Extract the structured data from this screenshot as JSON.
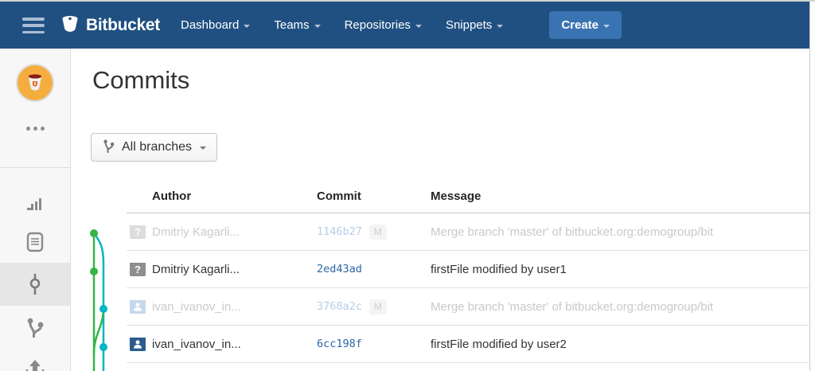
{
  "navbar": {
    "brand": "Bitbucket",
    "items": [
      {
        "id": "dashboard",
        "label": "Dashboard"
      },
      {
        "id": "teams",
        "label": "Teams"
      },
      {
        "id": "repositories",
        "label": "Repositories"
      },
      {
        "id": "snippets",
        "label": "Snippets"
      }
    ],
    "create_label": "Create",
    "colors": {
      "bg": "#205081",
      "create_bg": "#3a73b1"
    }
  },
  "sidebar": {
    "icons": [
      "activity-chart",
      "source-document",
      "commits",
      "branches",
      "push"
    ],
    "selected": "commits"
  },
  "page": {
    "title": "Commits",
    "branch_filter_label": "All branches"
  },
  "table": {
    "columns": {
      "author": "Author",
      "commit": "Commit",
      "message": "Message"
    },
    "merge_badge": "M",
    "rows": [
      {
        "author": "Dmitriy Kagarli...",
        "avatar": "unknown-user",
        "commit": "1146b27",
        "merge": true,
        "faded": true,
        "message": "Merge branch 'master' of bitbucket.org:demogroup/bit"
      },
      {
        "author": "Dmitriy Kagarli...",
        "avatar": "unknown-user",
        "commit": "2ed43ad",
        "merge": false,
        "faded": false,
        "message": "firstFile modified by user1"
      },
      {
        "author": "ivan_ivanov_in...",
        "avatar": "user",
        "commit": "3768a2c",
        "merge": true,
        "faded": true,
        "message": "Merge branch 'master' of bitbucket.org:demogroup/bit"
      },
      {
        "author": "ivan_ivanov_in...",
        "avatar": "user",
        "commit": "6cc198f",
        "merge": false,
        "faded": false,
        "message": "firstFile modified by user2"
      }
    ]
  },
  "graph": {
    "colors": {
      "green": "#35b44a",
      "teal": "#00b5c4"
    },
    "lanes": [
      "green-branch",
      "teal-branch"
    ],
    "nodes": [
      {
        "lane": "green",
        "row": 1
      },
      {
        "lane": "green",
        "row": 2
      },
      {
        "lane": "teal",
        "row": 3
      },
      {
        "lane": "teal",
        "row": 4
      }
    ]
  }
}
